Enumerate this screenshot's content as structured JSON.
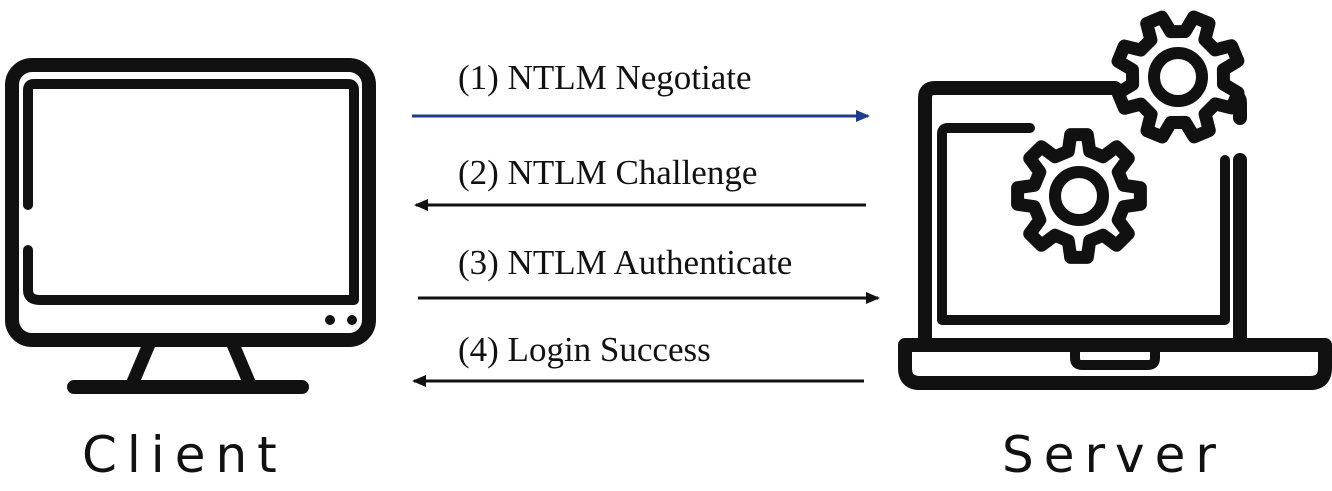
{
  "nodes": {
    "client": {
      "label": "Client",
      "icon": "desktop-monitor-icon"
    },
    "server": {
      "label": "Server",
      "icon": "laptop-gears-icon"
    }
  },
  "messages": [
    {
      "label": "(1) NTLM Negotiate",
      "direction": "client-to-server",
      "color": "#1f3c88"
    },
    {
      "label": "(2) NTLM Challenge",
      "direction": "server-to-client",
      "color": "#111111"
    },
    {
      "label": "(3) NTLM Authenticate",
      "direction": "client-to-server",
      "color": "#111111"
    },
    {
      "label": "(4) Login Success",
      "direction": "server-to-client",
      "color": "#111111"
    }
  ],
  "colors": {
    "stroke": "#111111",
    "accent": "#1f3c88",
    "background": "#ffffff"
  }
}
